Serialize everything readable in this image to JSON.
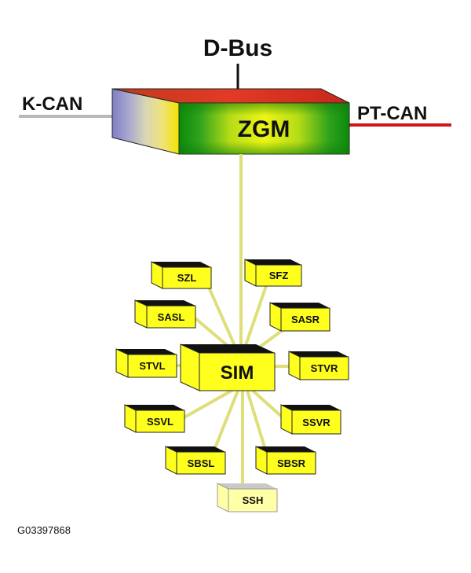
{
  "diagram": {
    "buses": {
      "d_bus": "D-Bus",
      "k_can": "K-CAN",
      "pt_can": "PT-CAN"
    },
    "gateway": {
      "label": "ZGM"
    },
    "hub": {
      "label": "SIM"
    },
    "satellites": [
      {
        "id": "szl",
        "label": "SZL"
      },
      {
        "id": "sfz",
        "label": "SFZ"
      },
      {
        "id": "sasl",
        "label": "SASL"
      },
      {
        "id": "sasr",
        "label": "SASR"
      },
      {
        "id": "stvl",
        "label": "STVL"
      },
      {
        "id": "stvr",
        "label": "STVR"
      },
      {
        "id": "ssvl",
        "label": "SSVL"
      },
      {
        "id": "ssvr",
        "label": "SSVR"
      },
      {
        "id": "sbsl",
        "label": "SBSL"
      },
      {
        "id": "sbsr",
        "label": "SBSR"
      },
      {
        "id": "ssh",
        "label": "SSH",
        "variant": "optional"
      }
    ],
    "colors": {
      "k_can": "#b9b9b9",
      "pt_can": "#d0161b",
      "d_bus": "#111111",
      "fiber": "#dede7a",
      "module_face": "#ffff1e",
      "optional_face": "#ffffa6"
    }
  },
  "figure_id": "G03397868"
}
